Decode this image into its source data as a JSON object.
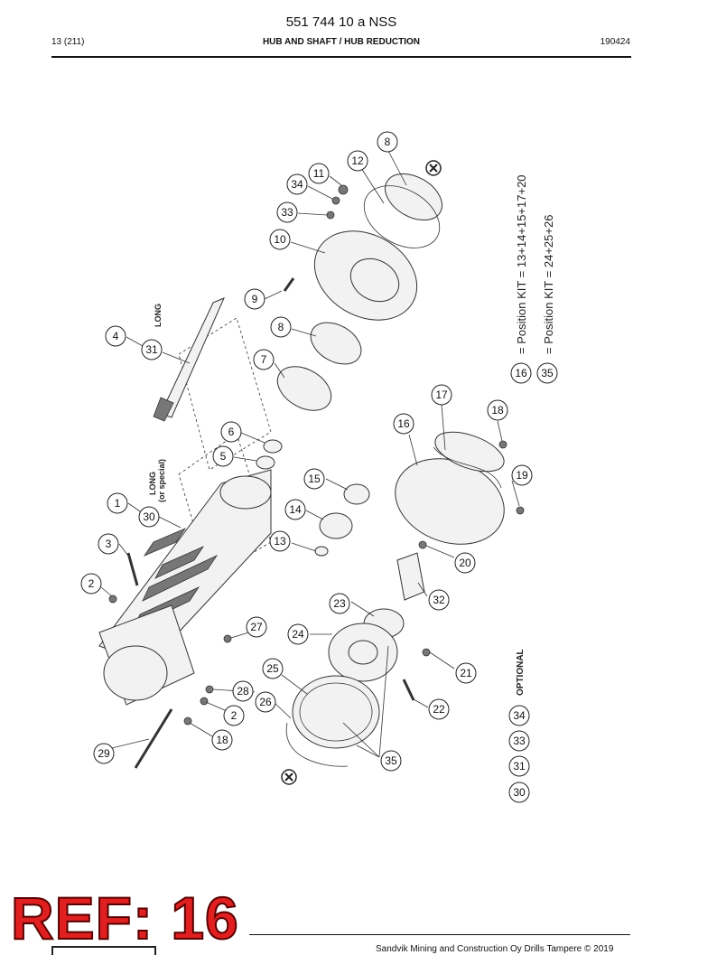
{
  "header": {
    "doc_number": "551 744 10 a NSS",
    "page": "13 (211)",
    "section": "HUB AND SHAFT / HUB REDUCTION",
    "date_code": "190424"
  },
  "drawing": {
    "labels": {
      "long": "LONG",
      "long_special_1": "LONG",
      "long_special_2": "(or special)",
      "optional": "OPTIONAL"
    },
    "kits": [
      {
        "ref": "16",
        "text": "= Position KIT = 13+14+15+17+20"
      },
      {
        "ref": "35",
        "text": "= Position KIT = 24+25+26"
      }
    ],
    "optional_items": [
      "34",
      "33",
      "31",
      "30"
    ]
  },
  "footer": {
    "ref_stamp": "REF: 16",
    "copyright": "Sandvik Mining and Construction Oy Drills Tampere © 2019"
  }
}
